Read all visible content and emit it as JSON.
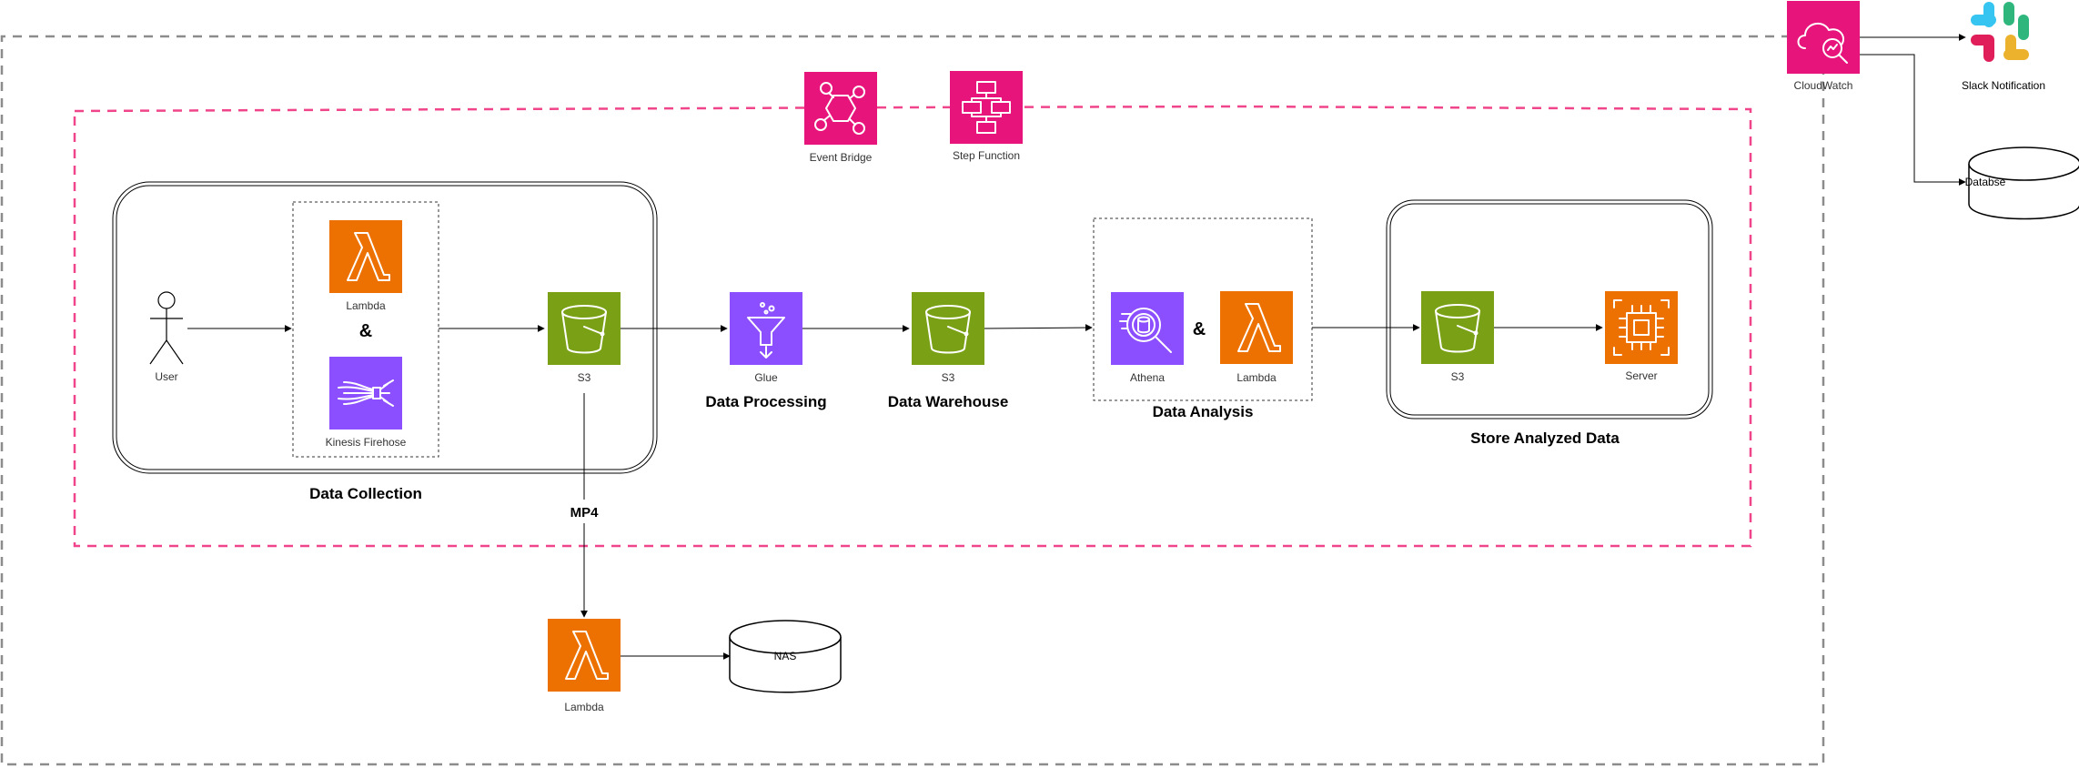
{
  "colors": {
    "lambda": "#ED7100",
    "s3": "#7AA116",
    "analytics": "#8C4FFF",
    "management": "#E7157B",
    "outer_border": "#8c8c8c",
    "inner_border": "#f0458a"
  },
  "icons": {
    "lambda_top": {
      "label": "Lambda",
      "icon": "lambda-icon"
    },
    "kinesis": {
      "label": "Kinesis Firehose",
      "icon": "kinesis-firehose-icon"
    },
    "s3_collection": {
      "label": "S3",
      "icon": "s3-bucket-icon"
    },
    "glue": {
      "label": "Glue",
      "icon": "glue-icon"
    },
    "s3_warehouse": {
      "label": "S3",
      "icon": "s3-bucket-icon"
    },
    "athena": {
      "label": "Athena",
      "icon": "athena-icon"
    },
    "lambda_analysis": {
      "label": "Lambda",
      "icon": "lambda-icon"
    },
    "s3_store": {
      "label": "S3",
      "icon": "s3-bucket-icon"
    },
    "server": {
      "label": "Server",
      "icon": "ec2-chip-icon"
    },
    "event_bridge": {
      "label": "Event Bridge",
      "icon": "event-bridge-icon"
    },
    "step_function": {
      "label": "Step Function",
      "icon": "step-function-icon"
    },
    "cloudwatch": {
      "label": "CloudWatch",
      "icon": "cloudwatch-icon"
    },
    "lambda_bottom": {
      "label": "Lambda",
      "icon": "lambda-icon"
    },
    "slack": {
      "label": "Slack Notification",
      "icon": "slack-icon"
    }
  },
  "actors": {
    "user": {
      "label": "User"
    }
  },
  "databases": {
    "nas": {
      "label": "NAS"
    },
    "database": {
      "label": "Databse"
    }
  },
  "sections": {
    "collection": "Data Collection",
    "processing": "Data Processing",
    "warehouse": "Data Warehouse",
    "analysis": "Data Analysis",
    "store": "Store Analyzed Data"
  },
  "connectors": {
    "amp_collection": "&",
    "amp_analysis": "&"
  },
  "edge_labels": {
    "mp4": "MP4"
  }
}
